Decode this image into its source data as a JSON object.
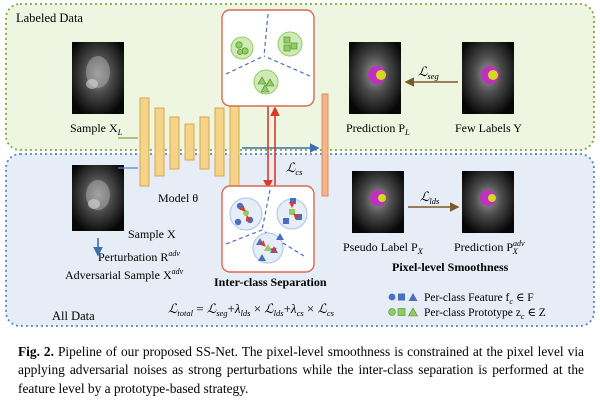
{
  "regions": {
    "labeled_title": "Labeled Data",
    "all_title": "All Data"
  },
  "inputs": {
    "sample_xl": "Sample X",
    "sample_xl_sub": "L",
    "sample_x": "Sample X",
    "perturbation": "Perturbation R",
    "perturbation_sup": "adv",
    "adversarial": "Adversarial Sample X",
    "adversarial_sup": "adv"
  },
  "model": {
    "label": "Model θ"
  },
  "outputs": {
    "prediction_pl": "Prediction P",
    "prediction_pl_sub": "L",
    "few_labels": "Few Labels Y",
    "pseudo_label": "Pseudo Label P",
    "pseudo_label_sub": "X",
    "prediction_pxadv": "Prediction P",
    "prediction_pxadv_sub": "X",
    "prediction_pxadv_sup": "adv"
  },
  "losses": {
    "seg": "seg",
    "lds": "lds",
    "cs": "cs"
  },
  "sections": {
    "inter_class": "Inter-class Separation",
    "pixel_smooth": "Pixel-level Smoothness"
  },
  "equation": {
    "lhs_sub": "total",
    "t_seg": "seg",
    "lam_lds": "lds",
    "t_lds": "lds",
    "lam_cs": "cs",
    "t_cs": "cs"
  },
  "legend": {
    "feature": "Per-class Feature f",
    "feature_sub": "c",
    "feature_set": "∈ F",
    "prototype": "Per-class Prototype z",
    "prototype_sub": "c",
    "prototype_set": "∈ Z"
  },
  "colors": {
    "labeled_fill": "#eef6e1",
    "labeled_border": "#7aab3c",
    "all_fill": "#e6edf7",
    "all_border": "#5b87c4",
    "encoder": "#f5d48a",
    "encoder_stroke": "#d4a84a",
    "decoder": "#f5b58a",
    "class_blue": "#4a6fc0",
    "class_green": "#8fcf5f",
    "mask_magenta": "#c02fc0",
    "mask_yellow": "#d8d820",
    "arrow_red": "#d93a2b",
    "arrow_brown": "#7b5a2a",
    "arrow_blue": "#3c6fb0"
  },
  "caption": {
    "label": "Fig. 2.",
    "text": " Pipeline of our proposed SS-Net. The pixel-level smoothness is constrained at the pixel level via applying adversarial noises as strong perturbations while the inter-class separation is performed at the feature level by a prototype-based strategy."
  }
}
